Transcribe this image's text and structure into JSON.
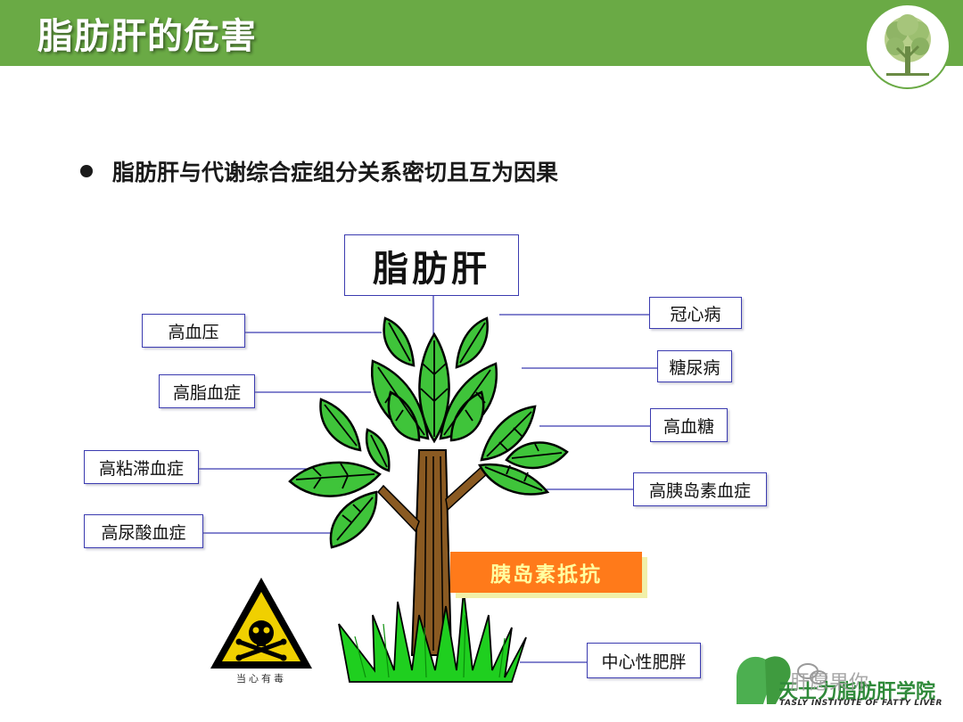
{
  "header": {
    "title": "脂肪肝的危害",
    "bg_color": "#6aaa45"
  },
  "bullet": {
    "text": "脂肪肝与代谢综合症组分关系密切且互为因果"
  },
  "diagram": {
    "title": "脂肪肝",
    "left_labels": [
      "高血压",
      "高脂血症",
      "高粘滞血症",
      "高尿酸血症"
    ],
    "right_labels": [
      "冠心病",
      "糖尿病",
      "高血糖",
      "高胰岛素血症",
      "中心性肥胖"
    ],
    "root_label": "胰岛素抵抗",
    "warning_caption": "当心有毒"
  },
  "footer": {
    "watermark": "肝愿果你",
    "brand_name": "天士力脂肪肝学院",
    "brand_sub": "TASLY INSTITUTE OF FATTY LIVER"
  },
  "colors": {
    "accent_green": "#6aaa45",
    "connector_blue": "#3b3bb0",
    "resist_orange": "#ff7a1a"
  }
}
